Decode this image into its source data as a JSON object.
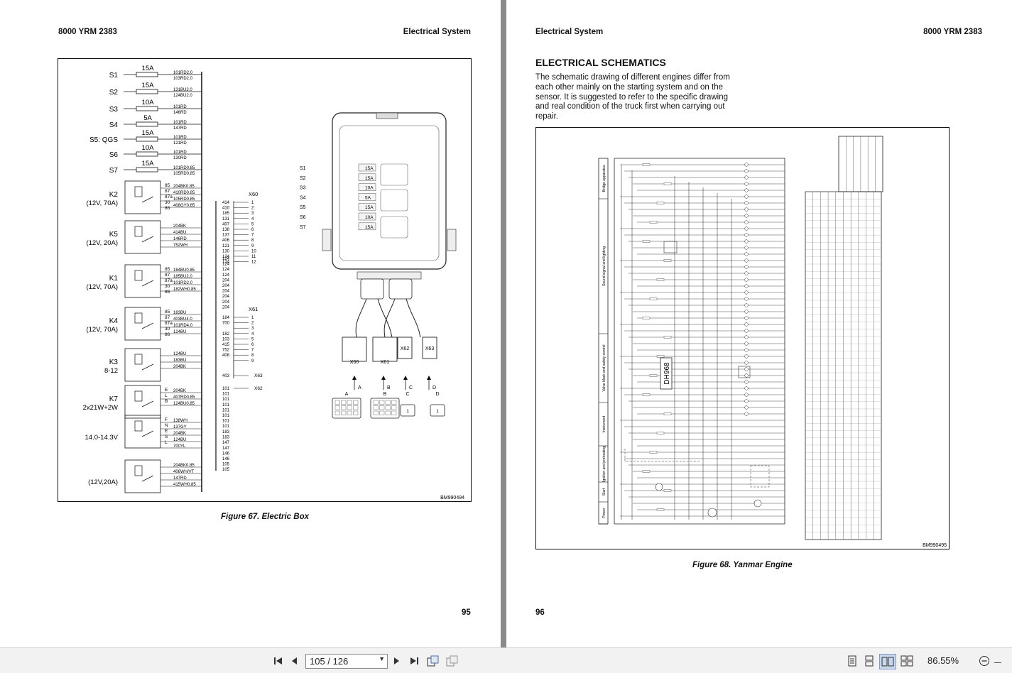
{
  "left_page": {
    "header_left": "8000 YRM 2383",
    "header_right": "Electrical System",
    "page_number": "95",
    "figure_caption": "Figure 67. Electric Box",
    "figure_code": "BM990494",
    "fuses": [
      {
        "id": "S1",
        "rating": "15A",
        "wires": [
          "101RD2.0",
          "103RD2.0"
        ]
      },
      {
        "id": "S2",
        "rating": "15A",
        "wires": [
          "131BU2.0",
          "124BU2.0"
        ]
      },
      {
        "id": "S3",
        "rating": "10A",
        "wires": [
          "101RD",
          "146RD"
        ]
      },
      {
        "id": "S4",
        "rating": "5A",
        "wires": [
          "101RD",
          "147RD"
        ]
      },
      {
        "id": "S5: QGS",
        "rating": "15A",
        "wires": [
          "101RD",
          "121RD"
        ]
      },
      {
        "id": "S6",
        "rating": "10A",
        "wires": [
          "101RD",
          "130RD"
        ]
      },
      {
        "id": "S7",
        "rating": "15A",
        "wires": [
          "101RD0.85",
          "105RD0.85"
        ]
      }
    ],
    "relays": [
      {
        "id": "K2",
        "spec": "(12V, 70A)",
        "pins": [
          "85",
          "87",
          "87a",
          "30",
          "86"
        ],
        "wires": [
          "204BK0.85",
          "410RD0.85",
          "105RD0.85",
          "408GY0.85"
        ]
      },
      {
        "id": "K5",
        "spec": "(12V, 20A)",
        "wires": [
          "204BK",
          "414BU",
          "146RD",
          "752WH"
        ]
      },
      {
        "id": "K1",
        "spec": "(12V, 70A)",
        "pins": [
          "85",
          "87",
          "87a",
          "30",
          "86"
        ],
        "wires": [
          "184BU0.85",
          "185BU2.0",
          "101RD2.0",
          "182WH0.85"
        ]
      },
      {
        "id": "K4",
        "spec": "(12V, 70A)",
        "pins": [
          "85",
          "87",
          "87a",
          "30",
          "86"
        ],
        "wires": [
          "183BU",
          "403BU4.0",
          "101RD4.0",
          "124BU"
        ]
      },
      {
        "id": "K3",
        "spec": "8-12",
        "wires": [
          "124BU",
          "183BU",
          "204BK"
        ]
      },
      {
        "id": "K7",
        "spec": "2x21W+2W",
        "pins": [
          "E",
          "L",
          "B"
        ],
        "wires": [
          "204BK",
          "407RD0.85",
          "124BU0.85"
        ]
      },
      {
        "id": "",
        "spec": "14.0-14.3V",
        "pins": [
          "F",
          "N",
          "E",
          "S",
          "L"
        ],
        "wires": [
          "138WH",
          "137GY",
          "204BK",
          "124BU",
          "700YL"
        ]
      },
      {
        "id": "",
        "spec": "(12V,20A)",
        "wires": [
          "204BK0.85",
          "406WH/VT",
          "147RD",
          "415WH0.85"
        ]
      }
    ],
    "x60": {
      "label": "X60",
      "wires": [
        "414",
        "410",
        "185",
        "131",
        "407",
        "138",
        "137",
        "406",
        "121",
        "130",
        "124",
        "124"
      ],
      "pins": [
        "1",
        "2",
        "3",
        "4",
        "5",
        "6",
        "7",
        "8",
        "9",
        "10",
        "11",
        "12"
      ]
    },
    "x61": {
      "label": "X61",
      "wires": [
        "184",
        "700",
        "",
        "182",
        "103",
        "415",
        "752",
        "408"
      ],
      "pins": [
        "1",
        "2",
        "3",
        "4",
        "5",
        "6",
        "7",
        "8",
        "9"
      ]
    },
    "extra_wires": [
      "124",
      "124",
      "124",
      "124",
      "204",
      "204",
      "204",
      "204",
      "204",
      "204"
    ],
    "x63_wire": "403",
    "x63_label": "X63",
    "x62_wires": [
      "101",
      "101",
      "101",
      "101",
      "101",
      "101",
      "101",
      "101"
    ],
    "x62_label": "X62",
    "bottom_wires": [
      "183",
      "183",
      "147",
      "147",
      "146",
      "146",
      "105",
      "105"
    ],
    "box_fuse_labels": [
      "S1",
      "S2",
      "S3",
      "S4",
      "S5",
      "S6",
      "S7"
    ],
    "box_fuse_ratings": [
      "15A",
      "15A",
      "10A",
      "5A",
      "15A",
      "10A",
      "15A"
    ],
    "connectors": [
      "X60",
      "X61",
      "X62",
      "X63"
    ],
    "arrow_letters": [
      "A",
      "B",
      "C",
      "D"
    ],
    "connector_views": [
      "A",
      "B",
      "C",
      "D"
    ],
    "single_pin": "1"
  },
  "right_page": {
    "header_left": "Electrical System",
    "header_right": "8000 YRM 2383",
    "page_number": "96",
    "section_title": "ELECTRICAL SCHEMATICS",
    "paragraph": "The schematic drawing of different engines differ from each other mainly on the starting system and on the sensor. It is suggested to refer to the specific drawing and real condition of the truck first when carrying out repair.",
    "figure_caption": "Figure 68. Yanmar Engine",
    "figure_code": "BM990495",
    "side_labels": [
      "Bridge apparatus",
      "Sound signal and lighting",
      "Valve block and safety control",
      "Instrument",
      "Ignition and preheating",
      "Start",
      "Power"
    ],
    "component_tag": "DH968"
  },
  "toolbar": {
    "page_field": "105 / 126",
    "zoom": "86.55%"
  }
}
